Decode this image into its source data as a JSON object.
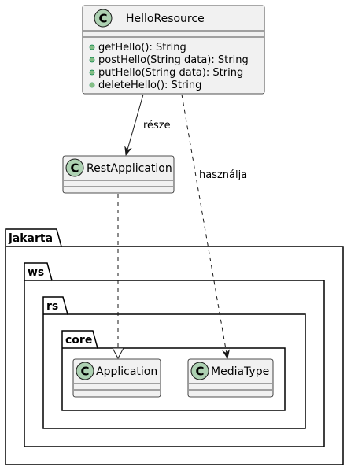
{
  "classes": {
    "hello_resource": {
      "name": "HelloResource",
      "stereotype_letter": "C",
      "methods": [
        "getHello(): String",
        "postHello(String data): String",
        "putHello(String data): String",
        "deleteHello(): String"
      ]
    },
    "rest_application": {
      "name": "RestApplication",
      "stereotype_letter": "C"
    },
    "application": {
      "name": "Application",
      "stereotype_letter": "C"
    },
    "media_type": {
      "name": "MediaType",
      "stereotype_letter": "C"
    }
  },
  "packages": {
    "jakarta": "jakarta",
    "ws": "ws",
    "rs": "rs",
    "core": "core"
  },
  "relations": {
    "composition_label": "része",
    "usage_label": "használja"
  },
  "colors": {
    "class_fill": "#F1F1F1",
    "class_border": "#181818",
    "circle_fill": "#ADD1B2",
    "method_visibility": "#84BE84",
    "line": "#181818"
  }
}
